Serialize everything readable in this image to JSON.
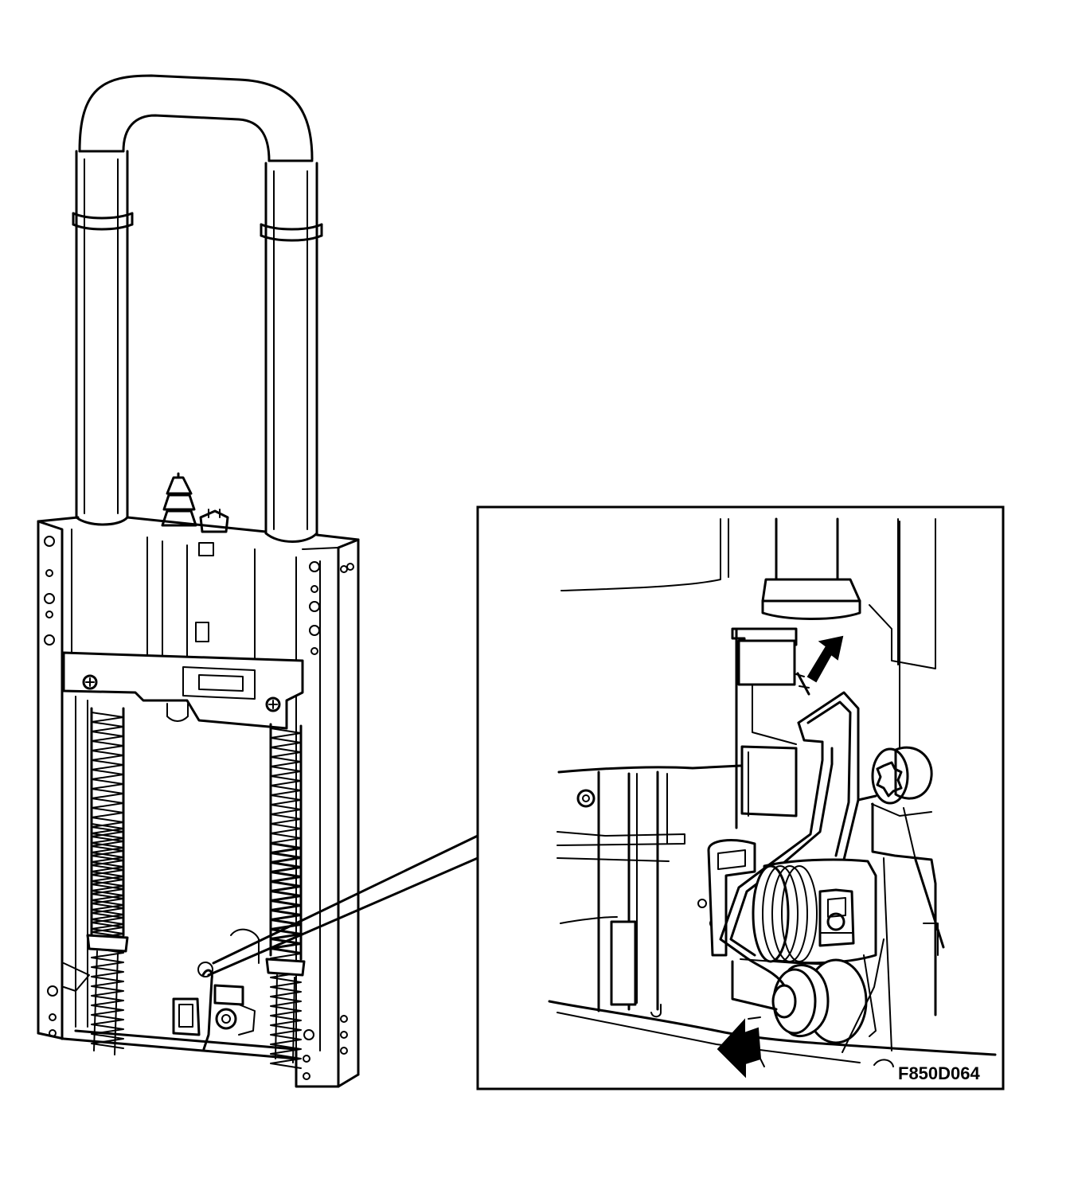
{
  "diagram": {
    "figure_code": "F850D064",
    "icons": {
      "assembly": "seat-frame-with-headrest-guides",
      "detail": "latch-lever-detail",
      "arrows": "movement-arrow-icon"
    },
    "colors": {
      "line": "#000000",
      "background": "#ffffff"
    }
  }
}
